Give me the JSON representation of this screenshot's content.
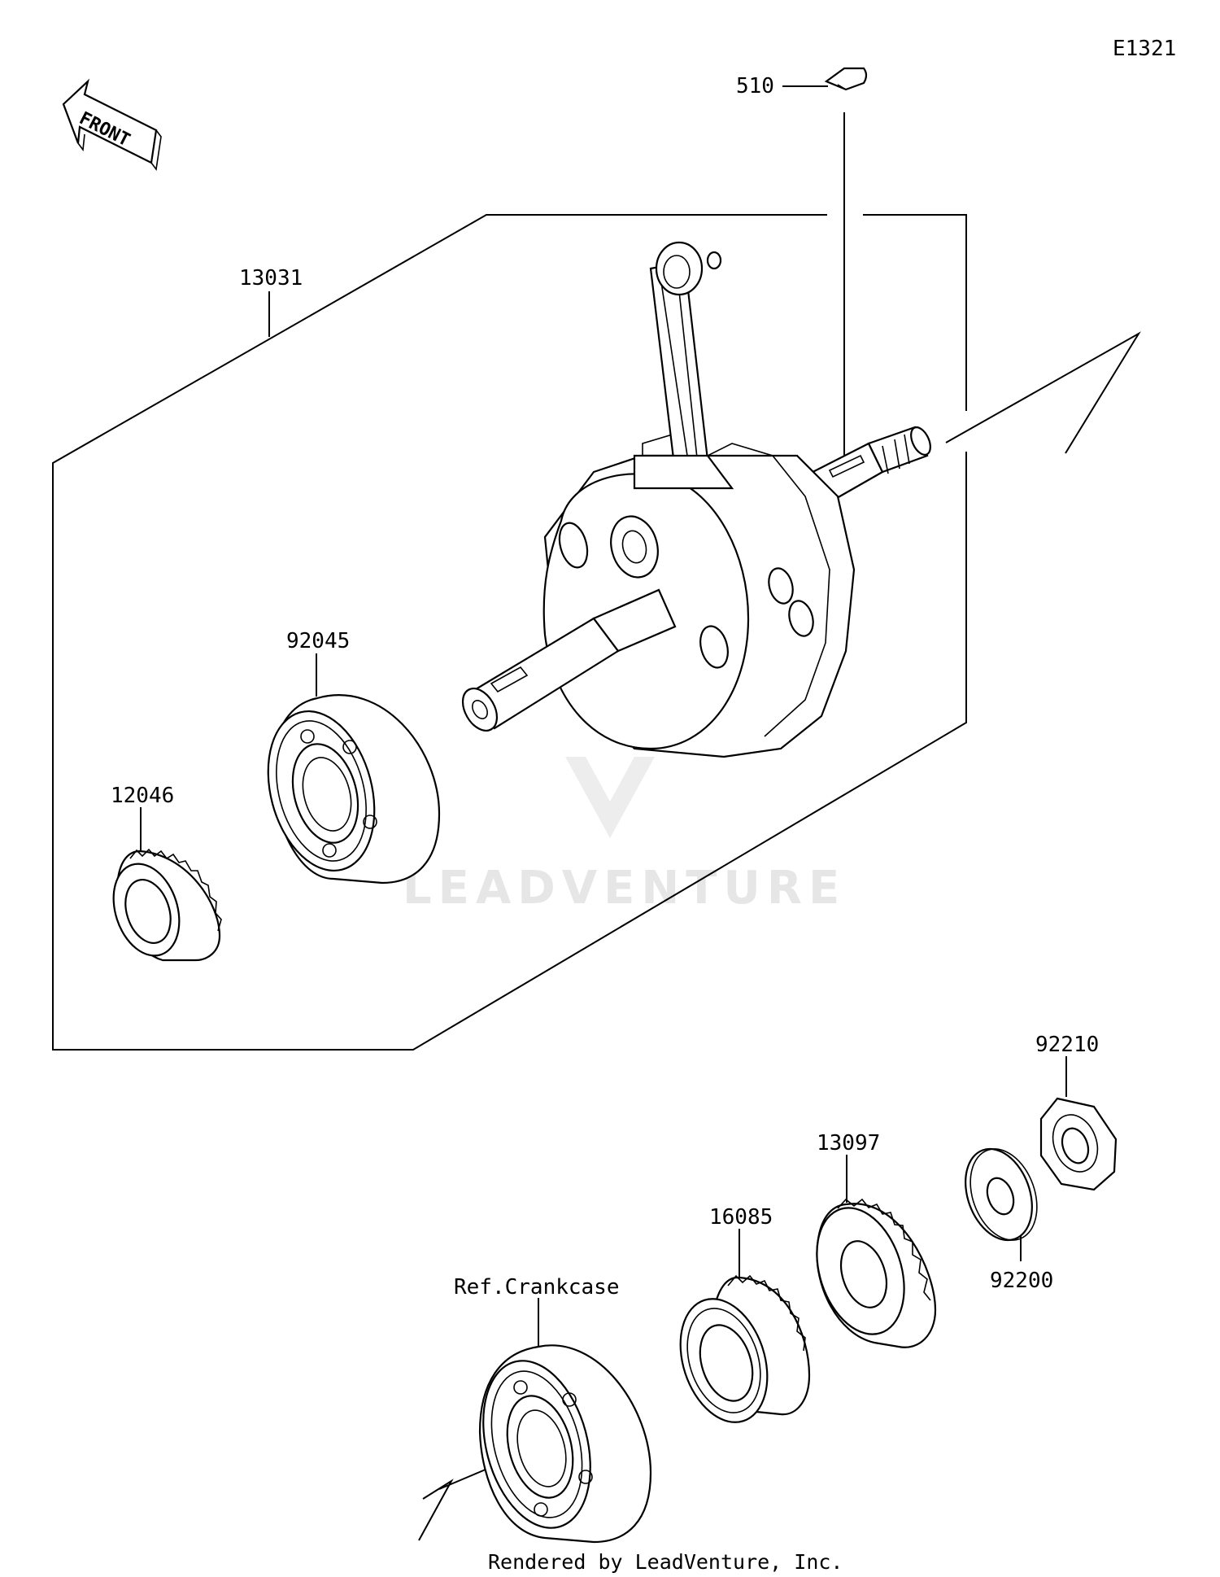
{
  "diagram": {
    "code": "E1321",
    "front_label": "FRONT",
    "labels": {
      "p510": "510",
      "p13031": "13031",
      "p92045": "92045",
      "p12046": "12046",
      "p92210": "92210",
      "p13097": "13097",
      "p16085": "16085",
      "p92200": "92200",
      "ref_crankcase": "Ref.Crankcase"
    },
    "watermark": "LEADVENTURE",
    "credit": "Rendered by LeadVenture, Inc."
  }
}
